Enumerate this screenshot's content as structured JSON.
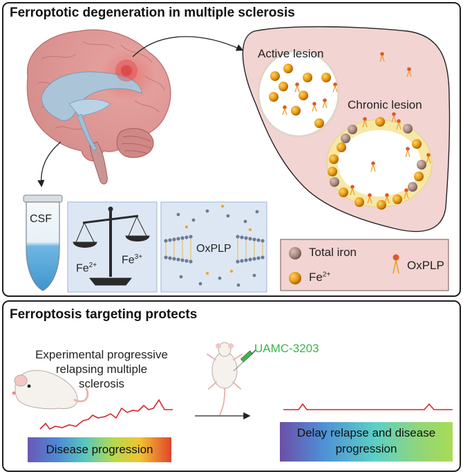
{
  "top_panel": {
    "title": "Ferroptotic degeneration in multiple sclerosis",
    "active_lesion": "Active lesion",
    "chronic_lesion": "Chronic lesion",
    "csf": "CSF",
    "fe2": "Fe",
    "fe2_sup": "2+",
    "fe3": "Fe",
    "fe3_sup": "3+",
    "oxplp_membrane": "OxPLP",
    "legend": {
      "total_iron": "Total iron",
      "fe2": "Fe",
      "fe2_sup": "2+",
      "oxplp": "OxPLP"
    },
    "colors": {
      "lesion_region": "#f2d4d2",
      "iron_gold": "#e5970f",
      "total_iron_brown": "#a88a80",
      "oxplp_orange": "#e0572a",
      "membrane_box": "#dde7f4"
    }
  },
  "bottom_panel": {
    "title": "Ferroptosis targeting protects",
    "model_line1": "Experimental progressive",
    "model_line2": "relapsing multiple",
    "model_line3": "sclerosis",
    "drug": "UAMC-3203",
    "disease_progression": "Disease progression",
    "delay_line1": "Delay relapse and disease",
    "delay_line2": "progression",
    "colors": {
      "drug_text": "#3bb44a",
      "trace_red": "#d9232a"
    }
  }
}
